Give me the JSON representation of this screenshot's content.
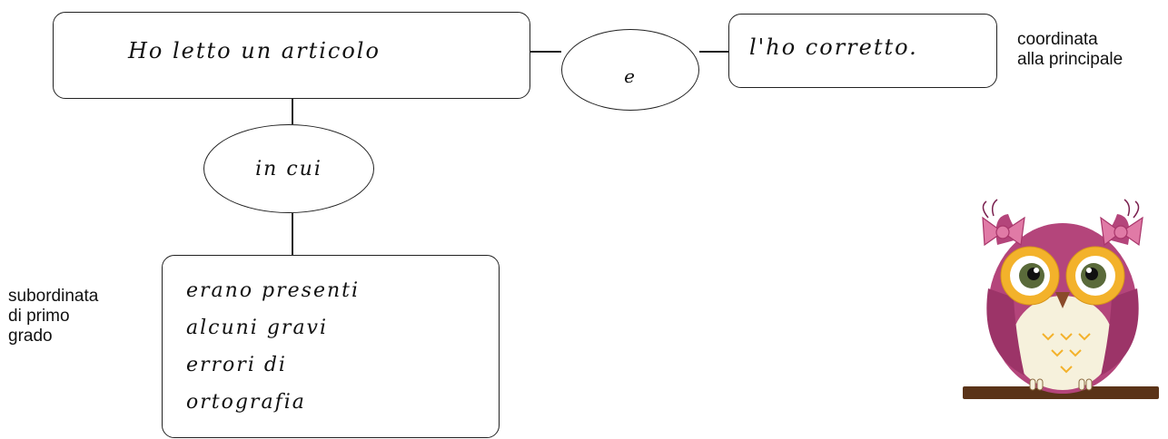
{
  "main_clause": {
    "text": "Ho letto un articolo"
  },
  "conjunction": {
    "text": "e"
  },
  "coordinate_clause": {
    "text": "l'ho corretto."
  },
  "coordinate_note": {
    "lines": [
      "coordinata",
      "alla principale"
    ]
  },
  "relative_pronoun": {
    "text": "in cui"
  },
  "subordinate_clause": {
    "lines": [
      "erano presenti",
      "alcuni gravi",
      "errori di",
      "ortografia"
    ]
  },
  "subordinate_note": {
    "lines": [
      "subordinata",
      "di primo",
      "grado"
    ]
  },
  "colors": {
    "owl_body": "#b4457b",
    "owl_bow": "#e07aa6",
    "owl_belly": "#f6f1dc",
    "owl_eye_ring": "#f3b22b",
    "branch": "#5a3318"
  },
  "icons": {
    "owl": "owl-illustration"
  }
}
